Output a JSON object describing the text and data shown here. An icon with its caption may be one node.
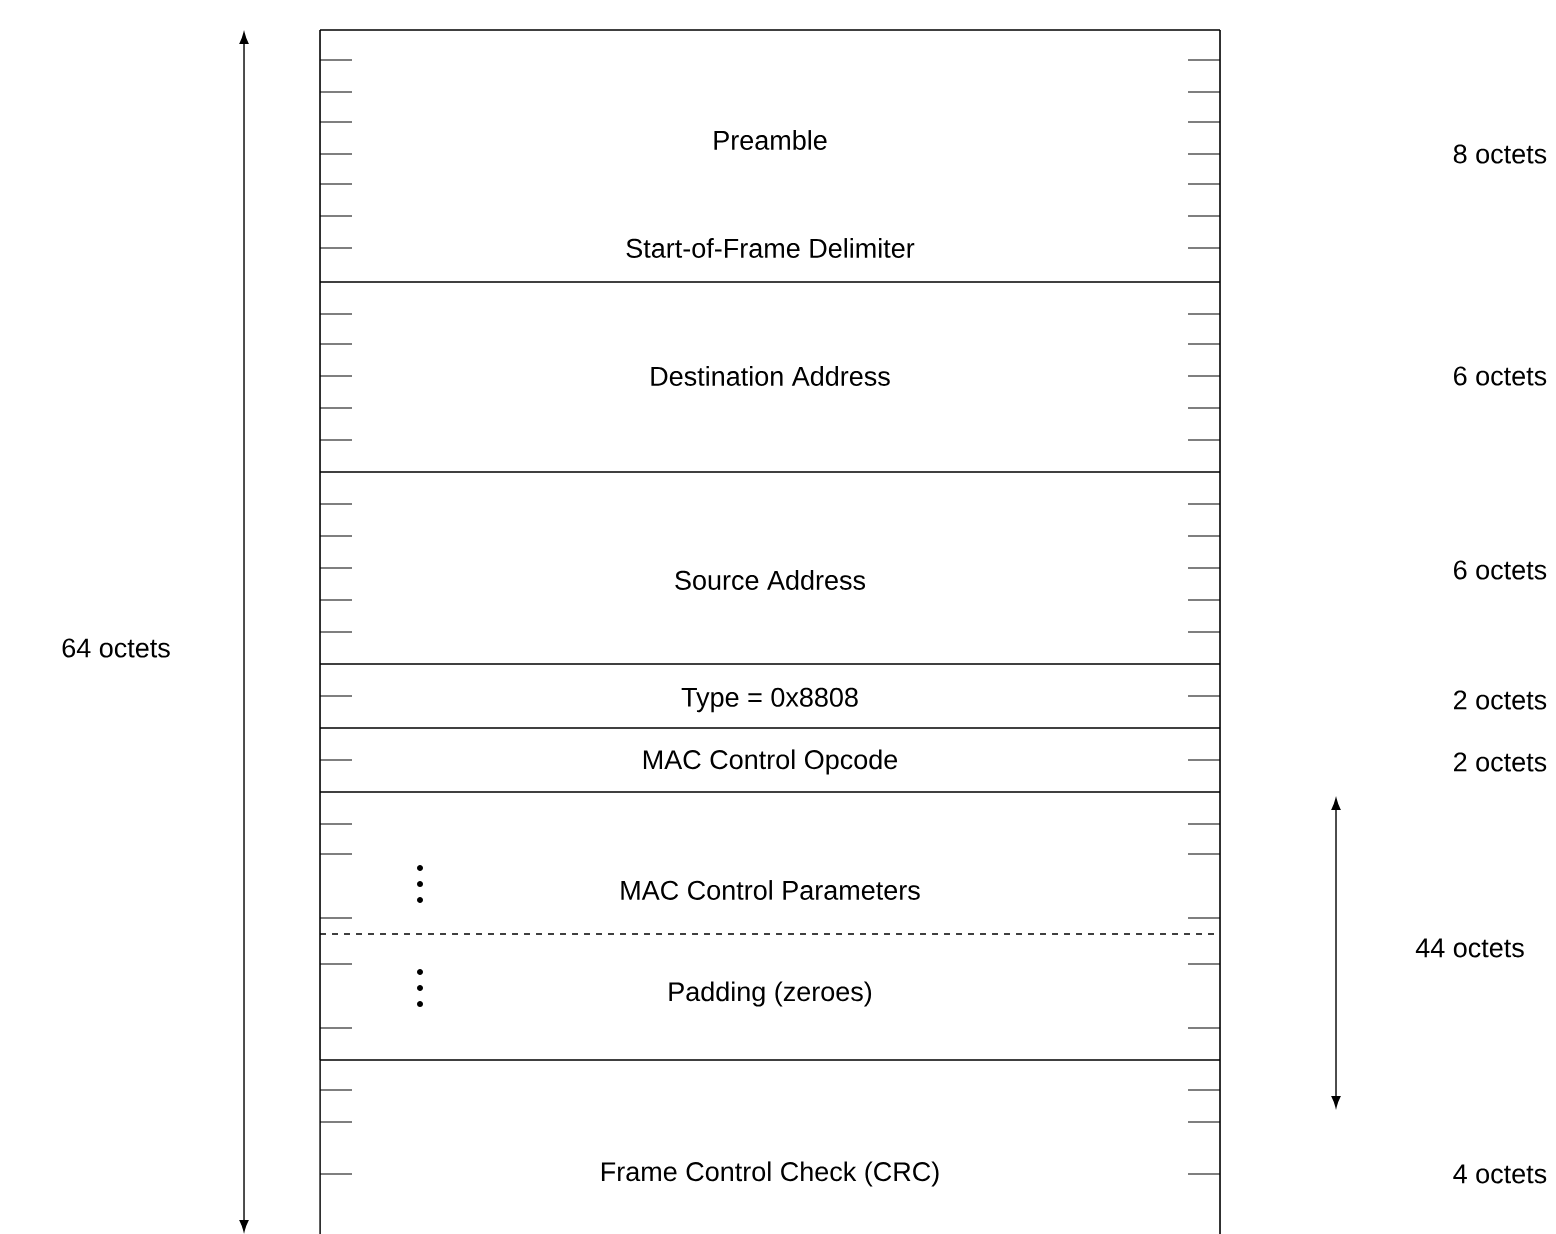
{
  "diagram": {
    "nodes": [
      {
        "text": [
          "Preamble",
          "Start-of-Frame Delimiter"
        ]
      },
      {
        "text": [
          "Destination Address"
        ]
      },
      {
        "text": [
          "Source Address"
        ]
      },
      {
        "text": [
          "Type = 0x8808"
        ]
      },
      {
        "text": [
          "MAC Control Opcode"
        ]
      },
      {
        "text": [
          "MAC Control Parameters"
        ]
      },
      {
        "text": [
          "Padding (zeroes)"
        ]
      },
      {
        "text": [
          "Frame Control Check (CRC)"
        ]
      }
    ],
    "labels": [
      "8 octets",
      "6 octets",
      "6 octets",
      "64 octets",
      "2 octets",
      "2 octets",
      "44 octets",
      "4 octets"
    ]
  }
}
